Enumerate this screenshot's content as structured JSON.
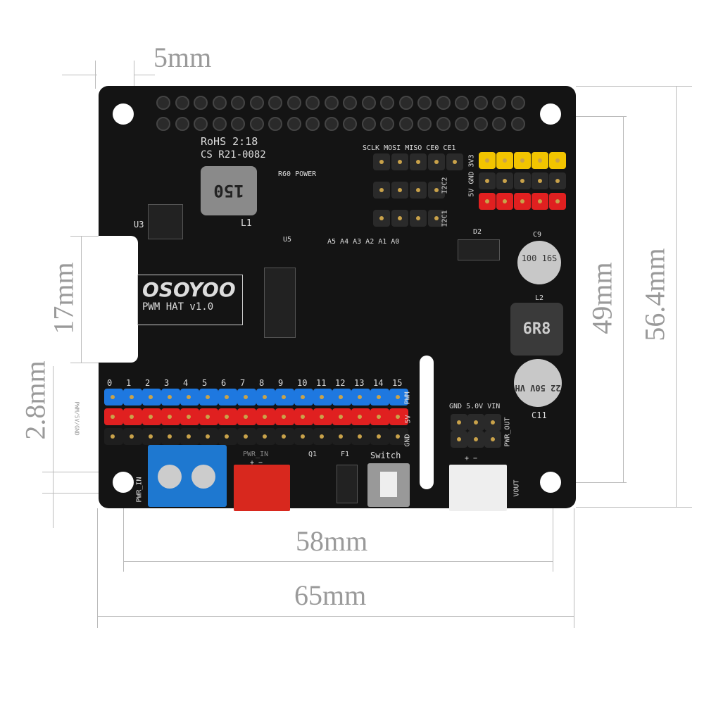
{
  "dimensions": {
    "top_offset": "5mm",
    "notch_height": "17mm",
    "bottom_offset": "2.8mm",
    "hole_spacing_x": "58mm",
    "board_width": "65mm",
    "hole_spacing_y": "49mm",
    "board_height": "56.4mm"
  },
  "board": {
    "logo": "OSOYOO",
    "model": "PWM HAT v1.0",
    "rohs": "RoHS 2:18",
    "cs": "CS R21-0082",
    "inductor_l1": "150",
    "inductor_l2": "6R8",
    "cap_c9": "100 16S",
    "cap_c11": "22 50V VH",
    "power_led": "R60 POWER",
    "spi_labels": "SCLK MOSI MISO CE0 CE1",
    "i2c2": "I2C2",
    "i2c1": "I2C1",
    "right_header_label": "5V GND 3V3",
    "address_labels": "A5 A4 A3 A2 A1 A0",
    "channel_numbers": [
      "0",
      "1",
      "2",
      "3",
      "4",
      "5",
      "6",
      "7",
      "8",
      "9",
      "10",
      "11",
      "12",
      "13",
      "14",
      "15"
    ],
    "row_labels": {
      "pwm": "PWM",
      "v5": "5V",
      "gnd": "GND"
    },
    "side_label": "PWM/5V/GND",
    "pwr_in_terminal": "PWR_IN",
    "pwr_in_connector": "PWR_IN",
    "pwr_in_polarity": "+ −",
    "switch": "Switch",
    "fuse": "F1",
    "q1": "Q1",
    "pwr_out_pins": "GND 5.0V VIN",
    "pwr_out": "PWR_OUT",
    "vout": "VOUT",
    "vout_polarity": "+ −",
    "c11": "C11",
    "l1": "L1",
    "l2": "L2",
    "u3": "U3",
    "u5": "U5",
    "d2": "D2",
    "c9": "C9"
  }
}
